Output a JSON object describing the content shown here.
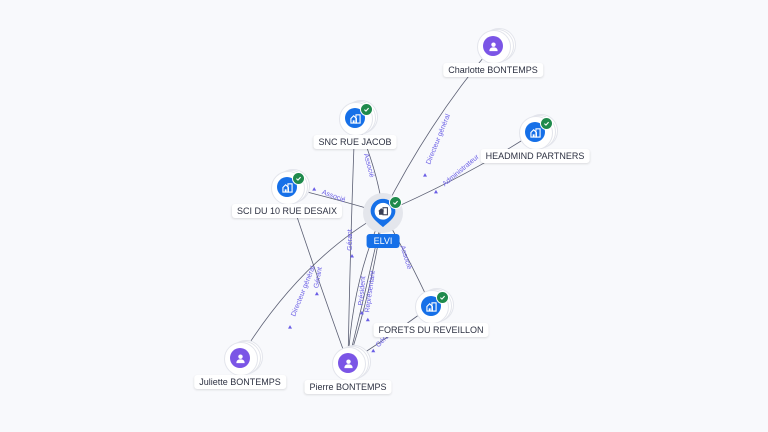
{
  "colors": {
    "company": "#1670e8",
    "person": "#7b55e6",
    "verified": "#1f8a4c",
    "edge_label": "#6a5ee6",
    "edge": "#5b5f73",
    "background": "#f8f9fc"
  },
  "main_node": {
    "id": "elvi",
    "label": "ELVI",
    "type": "company",
    "icon": "building-icon",
    "verified": true
  },
  "nodes": [
    {
      "id": "charlotte",
      "label": "Charlotte BONTEMPS",
      "type": "person",
      "icon": "person-icon",
      "verified": false
    },
    {
      "id": "headmind",
      "label": "HEADMIND PARTNERS",
      "type": "company",
      "icon": "building-icon",
      "verified": true
    },
    {
      "id": "snc",
      "label": "SNC RUE JACOB",
      "type": "company",
      "icon": "building-icon",
      "verified": true
    },
    {
      "id": "sci",
      "label": "SCI DU 10 RUE DESAIX",
      "type": "company",
      "icon": "building-icon",
      "verified": true
    },
    {
      "id": "forets",
      "label": "FORETS DU REVEILLON",
      "type": "company",
      "icon": "building-icon",
      "verified": true
    },
    {
      "id": "juliette",
      "label": "Juliette BONTEMPS",
      "type": "person",
      "icon": "person-icon",
      "verified": false
    },
    {
      "id": "pierre",
      "label": "Pierre BONTEMPS",
      "type": "person",
      "icon": "person-icon",
      "verified": false
    }
  ],
  "edges": [
    {
      "from": "charlotte",
      "to": "elvi",
      "label": "Directeur général"
    },
    {
      "from": "headmind",
      "to": "elvi",
      "label": "Administrateur"
    },
    {
      "from": "snc",
      "to": "elvi",
      "label": "Associé"
    },
    {
      "from": "sci",
      "to": "elvi",
      "label": "Associé"
    },
    {
      "from": "elvi",
      "to": "forets",
      "label": "Associé"
    },
    {
      "from": "juliette",
      "to": "elvi",
      "label": "Directeur général"
    },
    {
      "from": "pierre",
      "to": "elvi",
      "label": "Gérant"
    },
    {
      "from": "pierre",
      "to": "elvi",
      "label": "Président"
    },
    {
      "from": "pierre",
      "to": "elvi",
      "label": "Représentant"
    },
    {
      "from": "pierre",
      "to": "sci",
      "label": "Gérant"
    },
    {
      "from": "pierre",
      "to": "snc",
      "label": "Gérant"
    },
    {
      "from": "pierre",
      "to": "forets",
      "label": "Gérant"
    }
  ]
}
